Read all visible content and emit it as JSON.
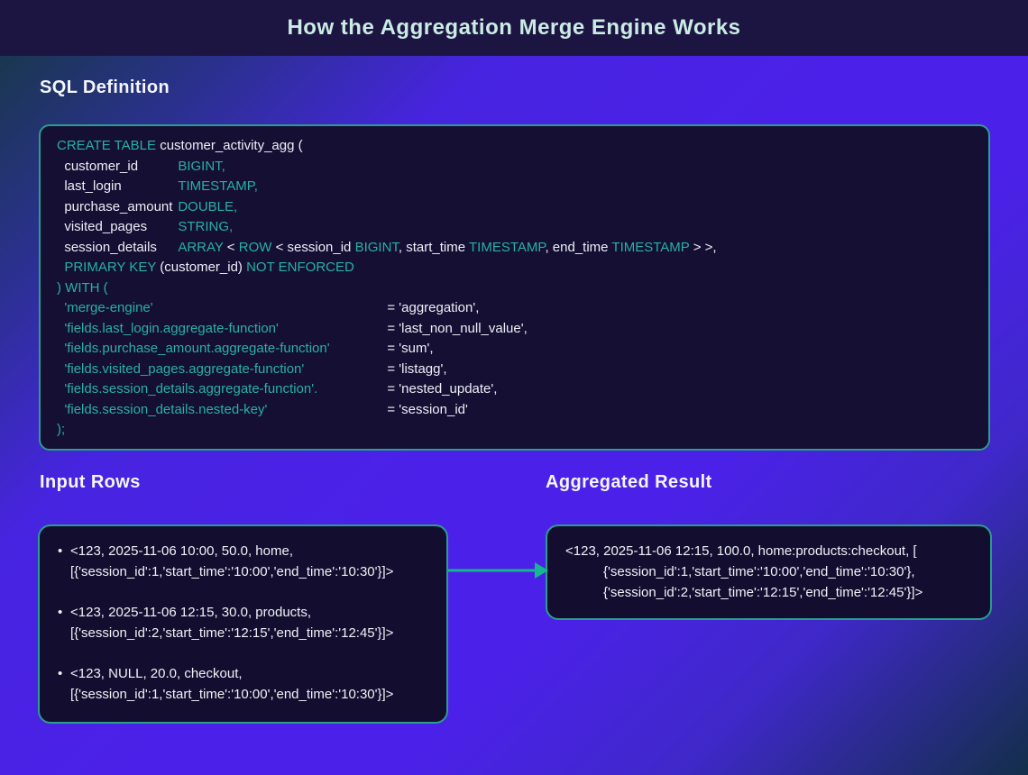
{
  "header": {
    "title": "How the Aggregation Merge Engine Works"
  },
  "sections": {
    "sql": {
      "heading": "SQL Definition"
    },
    "input": {
      "heading": "Input Rows"
    },
    "result": {
      "heading": "Aggregated Result"
    }
  },
  "colors": {
    "header_background": "#1c1541",
    "title_text": "#cbece4",
    "page_purple": "#4b21e9",
    "page_dark_corner": "#1a3750",
    "panel_background": "#150f34",
    "panel_border": "#2a9d8f",
    "keyword_teal": "#27b1a1",
    "code_text": "#edeff6",
    "arrow_green": "#14b78f"
  },
  "sql_code": {
    "lines": [
      [
        [
          "kw",
          "CREATE TABLE"
        ],
        [
          "tx",
          " customer_activity_agg ("
        ]
      ],
      [
        [
          "tx",
          "  "
        ],
        [
          "col",
          "customer_id"
        ],
        [
          "kw",
          "BIGINT,"
        ]
      ],
      [
        [
          "tx",
          "  "
        ],
        [
          "col",
          "last_login"
        ],
        [
          "kw",
          "TIMESTAMP,"
        ]
      ],
      [
        [
          "tx",
          "  "
        ],
        [
          "col",
          "purchase_amount"
        ],
        [
          "kw",
          "DOUBLE,"
        ]
      ],
      [
        [
          "tx",
          "  "
        ],
        [
          "col",
          "visited_pages"
        ],
        [
          "kw",
          "STRING,"
        ]
      ],
      [
        [
          "tx",
          "  "
        ],
        [
          "col",
          "session_details"
        ],
        [
          "kw",
          "ARRAY"
        ],
        [
          "tx",
          " < "
        ],
        [
          "kw",
          "ROW"
        ],
        [
          "tx",
          " < session_id "
        ],
        [
          "kw",
          "BIGINT"
        ],
        [
          "tx",
          ", start_time "
        ],
        [
          "kw",
          "TIMESTAMP"
        ],
        [
          "tx",
          ", end_time "
        ],
        [
          "kw",
          "TIMESTAMP"
        ],
        [
          "tx",
          " > >,"
        ]
      ],
      [
        [
          "tx",
          "  "
        ],
        [
          "kw",
          "PRIMARY KEY"
        ],
        [
          "tx",
          " (customer_id) "
        ],
        [
          "kw",
          "NOT ENFORCED"
        ]
      ],
      [
        [
          "kw",
          ") WITH ("
        ]
      ],
      [
        [
          "tx",
          "  "
        ],
        [
          "prop",
          "'merge-engine'"
        ],
        [
          "tx",
          "= 'aggregation',"
        ]
      ],
      [
        [
          "tx",
          "  "
        ],
        [
          "prop",
          "'fields.last_login.aggregate-function'"
        ],
        [
          "tx",
          "= 'last_non_null_value',"
        ]
      ],
      [
        [
          "tx",
          "  "
        ],
        [
          "prop",
          "'fields.purchase_amount.aggregate-function'"
        ],
        [
          "tx",
          "= 'sum',"
        ]
      ],
      [
        [
          "tx",
          "  "
        ],
        [
          "prop",
          "'fields.visited_pages.aggregate-function'"
        ],
        [
          "tx",
          "= 'listagg',"
        ]
      ],
      [
        [
          "tx",
          "  "
        ],
        [
          "prop",
          "'fields.session_details.aggregate-function'."
        ],
        [
          "tx",
          "= 'nested_update',"
        ]
      ],
      [
        [
          "tx",
          "  "
        ],
        [
          "prop",
          "'fields.session_details.nested-key'"
        ],
        [
          "tx",
          "= 'session_id'"
        ]
      ],
      [
        [
          "kw",
          ");"
        ]
      ]
    ]
  },
  "input_rows": [
    {
      "line1": "<123, 2025-11-06 10:00, 50.0, home,",
      "line2": "[{'session_id':1,'start_time':'10:00','end_time':'10:30'}]>"
    },
    {
      "line1": "<123, 2025-11-06 12:15, 30.0, products,",
      "line2": "[{'session_id':2,'start_time':'12:15','end_time':'12:45'}]>"
    },
    {
      "line1": "<123, NULL, 20.0, checkout,",
      "line2": "[{'session_id':1,'start_time':'10:00','end_time':'10:30'}]>"
    }
  ],
  "aggregated_result": {
    "lines": [
      {
        "text": "<123, 2025-11-06 12:15, 100.0, home:products:checkout, [",
        "indent": false
      },
      {
        "text": "{'session_id':1,'start_time':'10:00','end_time':'10:30'},",
        "indent": true
      },
      {
        "text": "{'session_id':2,'start_time':'12:15','end_time':'12:45'}]>",
        "indent": true
      }
    ]
  }
}
